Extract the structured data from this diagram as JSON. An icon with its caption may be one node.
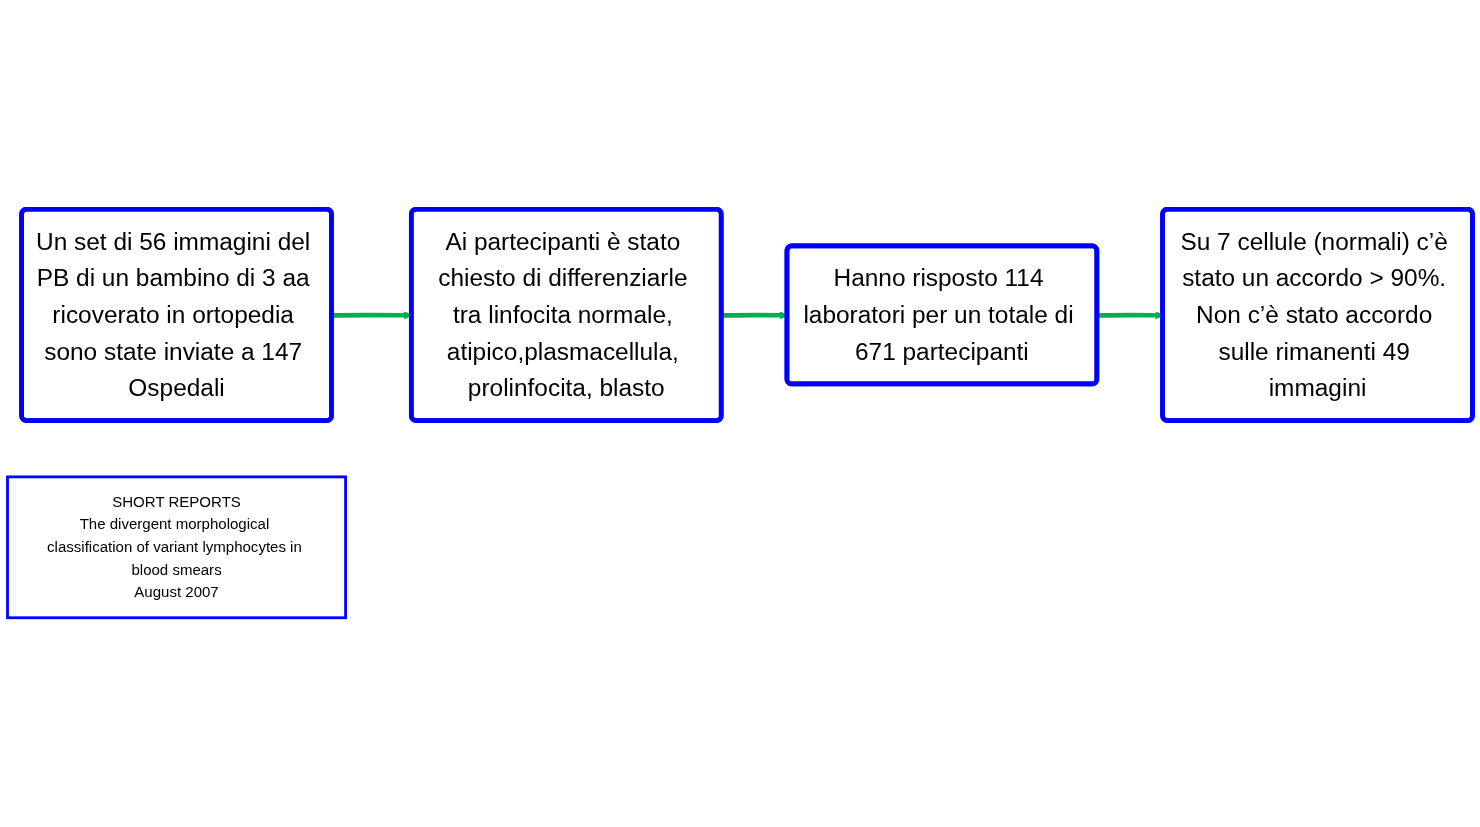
{
  "diagram": {
    "nodes": [
      {
        "text": [
          "Un set di 56 immagini del PB di un bambino di 3 aa ricoverato in ortopedia sono state inviate a 147 Ospedali"
        ]
      },
      {
        "text": [
          "Ai partecipanti è stato chiesto di differenziarle tra linfocita normale, atipico,plasmacellula, prolinfocita, blasto"
        ]
      },
      {
        "text": [
          "SHORT REPORTS",
          "The divergent morphological classification of variant lymphocytes in blood smears",
          "August 2007"
        ]
      },
      {
        "text": [
          "Su 7 cellule (normali) c’è stato un accordo > 90%. Non c’è stato accordo sulle rimanenti 49 immagini"
        ]
      },
      {
        "text": [
          "Hanno risposto 114 laboratori per un totale di 671 partecipanti"
        ]
      }
    ],
    "edges": [
      {
        "from": 0,
        "to": 1,
        "arrow": "to"
      },
      {
        "from": 1,
        "to": 4,
        "arrow": "to"
      },
      {
        "from": 4,
        "to": 3,
        "arrow": "to"
      }
    ]
  }
}
